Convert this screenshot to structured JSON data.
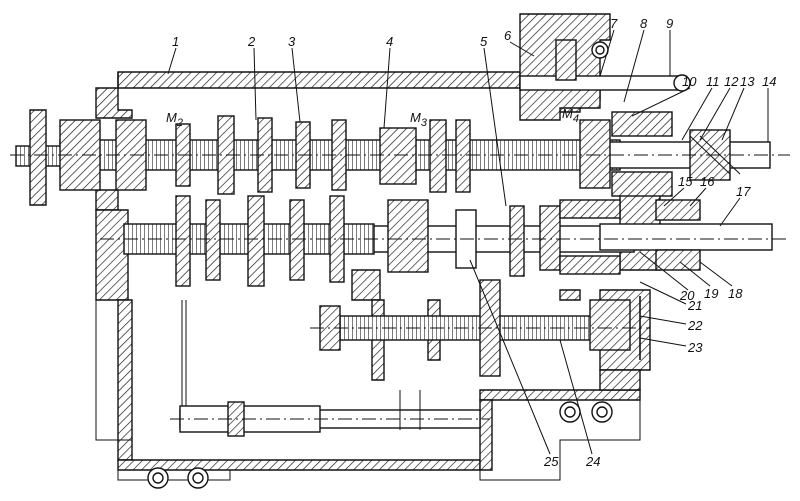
{
  "part_labels": [
    "1",
    "2",
    "3",
    "4",
    "5",
    "6",
    "7",
    "8",
    "9",
    "10",
    "11",
    "12",
    "13",
    "14",
    "15",
    "16",
    "17",
    "18",
    "19",
    "20",
    "21",
    "22",
    "23",
    "24",
    "25"
  ],
  "couplings": [
    {
      "letter": "M",
      "index": "2"
    },
    {
      "letter": "M",
      "index": "3"
    },
    {
      "letter": "M",
      "index": "4"
    }
  ]
}
